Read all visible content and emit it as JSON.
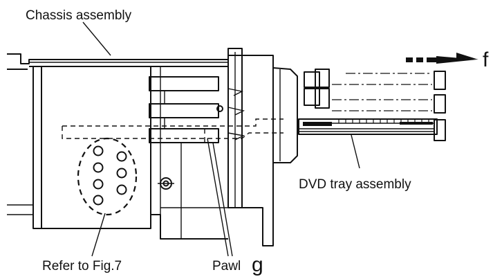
{
  "diagram": {
    "labels": {
      "chassis": "Chassis assembly",
      "direction": "f",
      "tray": "DVD tray assembly",
      "refer": "Refer to Fig.7",
      "pawl": "Pawl",
      "pawl_marker": "g"
    }
  }
}
